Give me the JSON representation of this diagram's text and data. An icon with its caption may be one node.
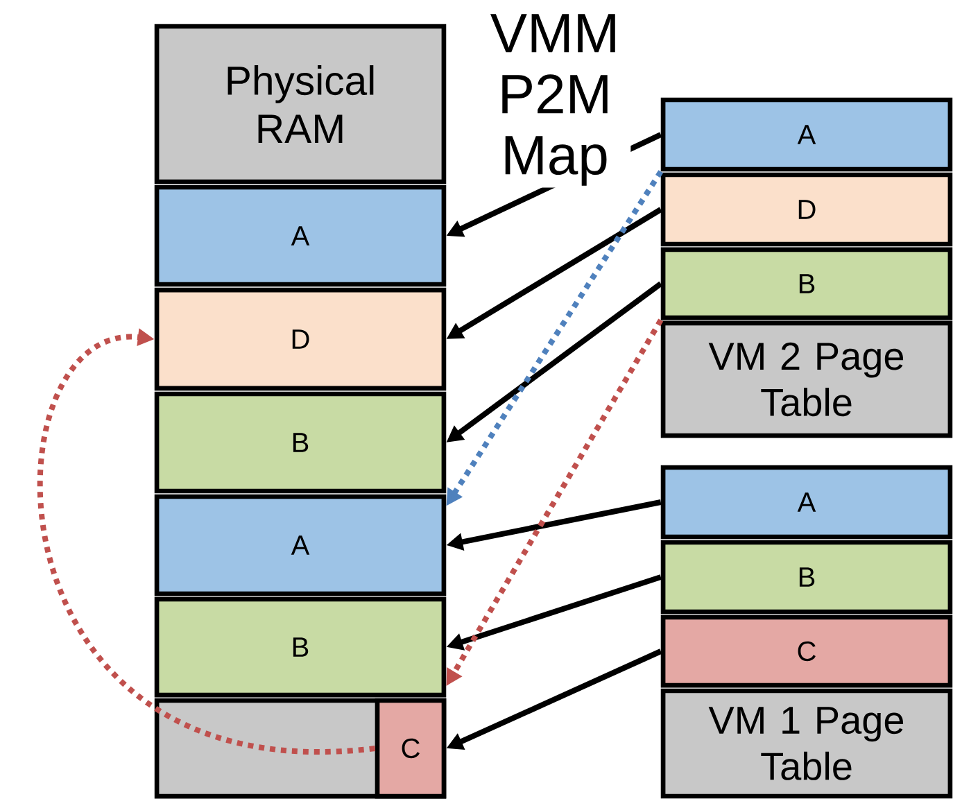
{
  "diagram": {
    "nodes": [
      {
        "text": [
          "Physical RAM"
        ]
      },
      {
        "text": [
          "A"
        ]
      },
      {
        "text": [
          "D"
        ]
      },
      {
        "text": [
          "B"
        ]
      },
      {
        "text": [
          "A"
        ]
      },
      {
        "text": [
          "B"
        ]
      },
      {
        "text": [],
        "shape": "box"
      },
      {
        "text": [
          "C"
        ],
        "in": 6
      },
      {
        "text": [
          "A"
        ]
      },
      {
        "text": [
          "D"
        ]
      },
      {
        "text": [
          "B"
        ]
      },
      {
        "text": [
          "VM 2 Page Table"
        ]
      },
      {
        "text": [
          "A"
        ]
      },
      {
        "text": [
          "B"
        ]
      },
      {
        "text": [
          "C"
        ]
      },
      {
        "text": [
          "VM 1 Page Table"
        ]
      }
    ],
    "edges": [
      {
        "from": 8,
        "to": 1,
        "arrow": "to"
      },
      {
        "from": 9,
        "to": 2,
        "arrow": "to"
      },
      {
        "from": 10,
        "to": 3,
        "arrow": "to"
      },
      {
        "from": 12,
        "to": 4,
        "arrow": "to"
      },
      {
        "from": 13,
        "to": 5,
        "arrow": "to"
      },
      {
        "from": 14,
        "to": 7,
        "arrow": "to"
      },
      {
        "from": 8,
        "to": 4,
        "arrow": "to",
        "style": "dashed",
        "color": "#4f81bd"
      },
      {
        "from": 10,
        "to": 5,
        "arrow": "to",
        "style": "dashed",
        "color": "#c0504d"
      },
      {
        "from": 7,
        "to": 2,
        "arrow": "to",
        "style": "dashed",
        "color": "#c0504d"
      }
    ],
    "labels": [
      "VMM P2M Map"
    ]
  }
}
